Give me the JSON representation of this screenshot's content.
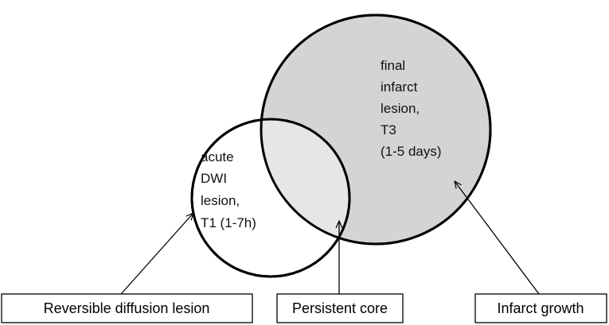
{
  "colors": {
    "outline": "#000000",
    "large_circle_fill": "#d4d4d4",
    "overlap_fill": "#e6e6e6",
    "small_circle_fill": "#ffffff"
  },
  "acute_lesion": {
    "label": "acute DWI lesion, T1 (1-7h)",
    "lines": [
      "acute",
      "DWI",
      "lesion,",
      "T1 (1-7h)"
    ]
  },
  "final_lesion": {
    "label": "final infarct lesion, T3 (1-5 days)",
    "lines": [
      "final",
      "infarct",
      "lesion,",
      "T3",
      "(1-5 days)"
    ]
  },
  "callouts": {
    "reversible": "Reversible diffusion lesion",
    "persistent": "Persistent core",
    "growth": "Infarct growth"
  }
}
